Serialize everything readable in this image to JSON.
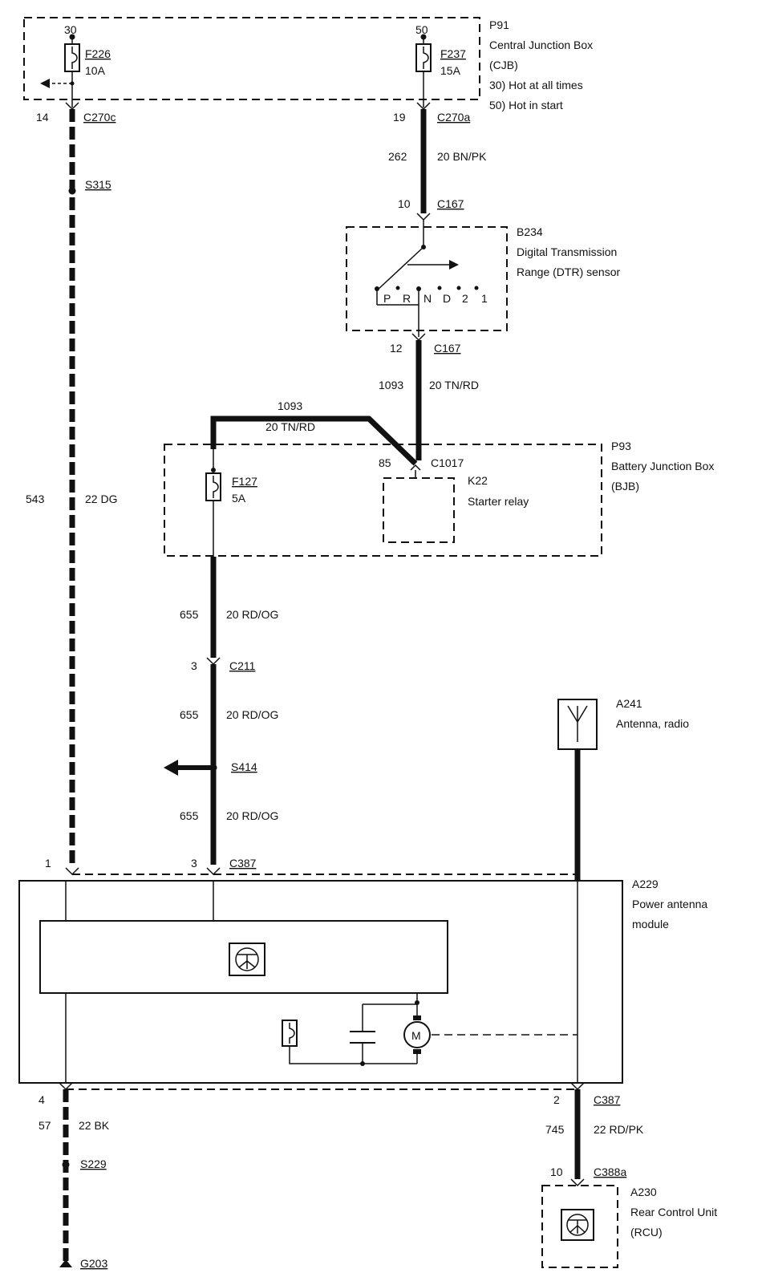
{
  "cjb": {
    "ref": "P91",
    "name_line1": "Central Junction Box",
    "name_line2": "(CJB)",
    "note_30": "30)  Hot at all times",
    "note_50": "50)  Hot in start",
    "pin_30": "30",
    "pin_50": "50",
    "fuse_f226": "F226",
    "fuse_f226_rating": "10A",
    "fuse_f237": "F237",
    "fuse_f237_rating": "15A"
  },
  "left_wire": {
    "pin_14": "14",
    "conn_c270c": "C270c",
    "splice_s315": "S315",
    "circuit": "543",
    "color": "22 DG"
  },
  "start_wire": {
    "pin_19": "19",
    "conn_c270a": "C270a",
    "circuit": "262",
    "color": "20 BN/PK",
    "pin_10": "10",
    "conn_c167_top": "C167"
  },
  "dtr": {
    "ref": "B234",
    "name_line1": "Digital Transmission",
    "name_line2": "Range (DTR) sensor",
    "positions": [
      "P",
      "R",
      "N",
      "D",
      "2",
      "1"
    ],
    "pin_12": "12",
    "conn_c167_bottom": "C167"
  },
  "dtr_wire": {
    "circuit": "1093",
    "color": "20 TN/RD",
    "cross_circuit": "1093",
    "cross_color": "20 TN/RD"
  },
  "bjb": {
    "ref": "P93",
    "name_line1": "Battery Junction Box",
    "name_line2": "(BJB)",
    "fuse_f127": "F127",
    "fuse_f127_rating": "5A",
    "pin_85": "85",
    "conn_c1017": "C1017",
    "relay_ref": "K22",
    "relay_name": "Starter relay"
  },
  "middle_wire": {
    "circuit_a": "655",
    "color_a": "20 RD/OG",
    "pin_3": "3",
    "conn_c211": "C211",
    "circuit_b": "655",
    "color_b": "20 RD/OG",
    "splice_s414": "S414",
    "circuit_c": "655",
    "color_c": "20 RD/OG"
  },
  "antenna": {
    "ref": "A241",
    "name": "Antenna, radio"
  },
  "module": {
    "pin_1": "1",
    "pin_3": "3",
    "conn_c387_top": "C387",
    "ref": "A229",
    "name_line1": "Power antenna",
    "name_line2": "module",
    "motor_symbol": "M"
  },
  "bottom": {
    "pin_4": "4",
    "circuit_57": "57",
    "color_bk": "22 BK",
    "splice_s229": "S229",
    "ground_g203": "G203",
    "pin_2": "2",
    "conn_c387_bottom": "C387",
    "circuit_745": "745",
    "color_rdpk": "22 RD/PK",
    "pin_10": "10",
    "conn_c388a": "C388a",
    "rcu_ref": "A230",
    "rcu_name_line1": "Rear Control Unit",
    "rcu_name_line2": "(RCU)"
  }
}
